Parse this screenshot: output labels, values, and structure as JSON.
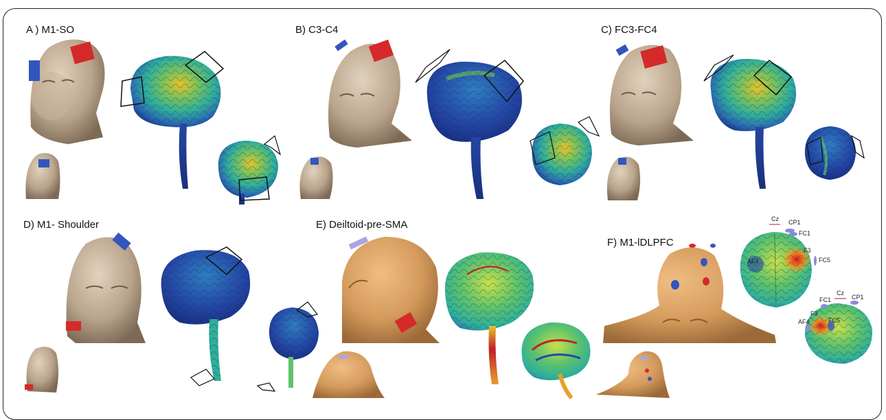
{
  "panels": [
    {
      "id": "A",
      "label": "A ) M1-SO"
    },
    {
      "id": "B",
      "label": "B) C3-C4"
    },
    {
      "id": "C",
      "label": "C) FC3-FC4"
    },
    {
      "id": "D",
      "label": "D) M1- Shoulder"
    },
    {
      "id": "E",
      "label": "E) Deiltoid-pre-SMA"
    },
    {
      "id": "F",
      "label": "F) M1-lDLPFC"
    }
  ],
  "electrode_labels": {
    "upper": [
      "Cz",
      "CP1",
      "FC1",
      "F3",
      "FC5",
      "AF4"
    ],
    "lower": [
      "FC1",
      "Cz",
      "CP1",
      "F3",
      "FC5",
      "AF4"
    ]
  },
  "colors": {
    "skin_gray": "#b9a48c",
    "skin_orange": "#d49a5c",
    "anode_red": "#d42a2a",
    "cathode_blue": "#3355c0",
    "brain_low": "#1b3a8f",
    "brain_mid": "#2fae9a",
    "brain_high": "#e8c22a"
  }
}
